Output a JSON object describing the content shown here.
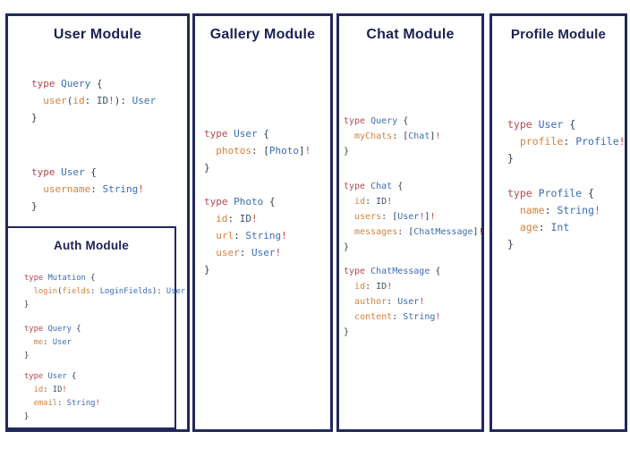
{
  "colors": {
    "panel_border": "#23285c",
    "title_text": "#1c2153",
    "keyword": "#b5494e",
    "type_name": "#3a6db6",
    "field_name": "#d5823e",
    "punctuation": "#333c52",
    "id_scalar": "#42506b",
    "bang": "#c5443e",
    "background": "#ffffff"
  },
  "panels": [
    {
      "title": "User Module",
      "code_blocks": [
        [
          [
            [
              "k",
              "type "
            ],
            [
              "t",
              "Query"
            ],
            [
              "p",
              " {"
            ]
          ],
          [
            [
              "p",
              "  "
            ],
            [
              "f",
              "user"
            ],
            [
              "p",
              "("
            ],
            [
              "f",
              "id"
            ],
            [
              "p",
              ": "
            ],
            [
              "n",
              "ID"
            ],
            [
              "b",
              "!"
            ],
            [
              "p",
              "): "
            ],
            [
              "t",
              "User"
            ]
          ],
          [
            [
              "p",
              "}"
            ]
          ]
        ],
        [
          [
            [
              "k",
              "type "
            ],
            [
              "t",
              "User"
            ],
            [
              "p",
              " {"
            ]
          ],
          [
            [
              "p",
              "  "
            ],
            [
              "f",
              "username"
            ],
            [
              "p",
              ": "
            ],
            [
              "t",
              "String"
            ],
            [
              "b",
              "!"
            ]
          ],
          [
            [
              "p",
              "}"
            ]
          ]
        ]
      ],
      "nested": {
        "title": "Auth Module",
        "code_blocks": [
          [
            [
              [
                "k",
                "type "
              ],
              [
                "t",
                "Mutation"
              ],
              [
                "p",
                " {"
              ]
            ],
            [
              [
                "p",
                "  "
              ],
              [
                "f",
                "login"
              ],
              [
                "p",
                "("
              ],
              [
                "f",
                "fields"
              ],
              [
                "p",
                ": "
              ],
              [
                "t",
                "LoginFields"
              ],
              [
                "p",
                "): "
              ],
              [
                "t",
                "User"
              ]
            ],
            [
              [
                "p",
                "}"
              ]
            ]
          ],
          [
            [
              [
                "k",
                "type "
              ],
              [
                "t",
                "Query"
              ],
              [
                "p",
                " {"
              ]
            ],
            [
              [
                "p",
                "  "
              ],
              [
                "f",
                "me"
              ],
              [
                "p",
                ": "
              ],
              [
                "t",
                "User"
              ]
            ],
            [
              [
                "p",
                "}"
              ]
            ]
          ],
          [
            [
              [
                "k",
                "type "
              ],
              [
                "t",
                "User"
              ],
              [
                "p",
                " {"
              ]
            ],
            [
              [
                "p",
                "  "
              ],
              [
                "f",
                "id"
              ],
              [
                "p",
                ": "
              ],
              [
                "n",
                "ID"
              ],
              [
                "b",
                "!"
              ]
            ],
            [
              [
                "p",
                "  "
              ],
              [
                "f",
                "email"
              ],
              [
                "p",
                ": "
              ],
              [
                "t",
                "String"
              ],
              [
                "b",
                "!"
              ]
            ],
            [
              [
                "p",
                "}"
              ]
            ]
          ]
        ]
      }
    },
    {
      "title": "Gallery Module",
      "code_blocks": [
        [
          [
            [
              "k",
              "type "
            ],
            [
              "t",
              "User"
            ],
            [
              "p",
              " {"
            ]
          ],
          [
            [
              "p",
              "  "
            ],
            [
              "f",
              "photos"
            ],
            [
              "p",
              ": ["
            ],
            [
              "t",
              "Photo"
            ],
            [
              "p",
              "]"
            ],
            [
              "b",
              "!"
            ]
          ],
          [
            [
              "p",
              "}"
            ]
          ]
        ],
        [
          [
            [
              "k",
              "type "
            ],
            [
              "t",
              "Photo"
            ],
            [
              "p",
              " {"
            ]
          ],
          [
            [
              "p",
              "  "
            ],
            [
              "f",
              "id"
            ],
            [
              "p",
              ": "
            ],
            [
              "n",
              "ID"
            ],
            [
              "b",
              "!"
            ]
          ],
          [
            [
              "p",
              "  "
            ],
            [
              "f",
              "url"
            ],
            [
              "p",
              ": "
            ],
            [
              "t",
              "String"
            ],
            [
              "b",
              "!"
            ]
          ],
          [
            [
              "p",
              "  "
            ],
            [
              "f",
              "user"
            ],
            [
              "p",
              ": "
            ],
            [
              "t",
              "User"
            ],
            [
              "b",
              "!"
            ]
          ],
          [
            [
              "p",
              "}"
            ]
          ]
        ]
      ]
    },
    {
      "title": "Chat Module",
      "code_blocks": [
        [
          [
            [
              "k",
              "type "
            ],
            [
              "t",
              "Query"
            ],
            [
              "p",
              " {"
            ]
          ],
          [
            [
              "p",
              "  "
            ],
            [
              "f",
              "myChats"
            ],
            [
              "p",
              ": ["
            ],
            [
              "t",
              "Chat"
            ],
            [
              "p",
              "]"
            ],
            [
              "b",
              "!"
            ]
          ],
          [
            [
              "p",
              "}"
            ]
          ]
        ],
        [
          [
            [
              "k",
              "type "
            ],
            [
              "t",
              "Chat"
            ],
            [
              "p",
              " {"
            ]
          ],
          [
            [
              "p",
              "  "
            ],
            [
              "f",
              "id"
            ],
            [
              "p",
              ": "
            ],
            [
              "n",
              "ID"
            ],
            [
              "b",
              "!"
            ]
          ],
          [
            [
              "p",
              "  "
            ],
            [
              "f",
              "users"
            ],
            [
              "p",
              ": ["
            ],
            [
              "t",
              "User"
            ],
            [
              "b",
              "!"
            ],
            [
              "p",
              "]"
            ],
            [
              "b",
              "!"
            ]
          ],
          [
            [
              "p",
              "  "
            ],
            [
              "f",
              "messages"
            ],
            [
              "p",
              ": ["
            ],
            [
              "t",
              "ChatMessage"
            ],
            [
              "p",
              "]"
            ],
            [
              "b",
              "!"
            ]
          ],
          [
            [
              "p",
              "}"
            ]
          ]
        ],
        [
          [
            [
              "k",
              "type "
            ],
            [
              "t",
              "ChatMessage"
            ],
            [
              "p",
              " {"
            ]
          ],
          [
            [
              "p",
              "  "
            ],
            [
              "f",
              "id"
            ],
            [
              "p",
              ": "
            ],
            [
              "n",
              "ID"
            ],
            [
              "b",
              "!"
            ]
          ],
          [
            [
              "p",
              "  "
            ],
            [
              "f",
              "author"
            ],
            [
              "p",
              ": "
            ],
            [
              "t",
              "User"
            ],
            [
              "b",
              "!"
            ]
          ],
          [
            [
              "p",
              "  "
            ],
            [
              "f",
              "content"
            ],
            [
              "p",
              ": "
            ],
            [
              "t",
              "String"
            ],
            [
              "b",
              "!"
            ]
          ],
          [
            [
              "p",
              "}"
            ]
          ]
        ]
      ]
    },
    {
      "title": "Profile Module",
      "code_blocks": [
        [
          [
            [
              "k",
              "type "
            ],
            [
              "t",
              "User"
            ],
            [
              "p",
              " {"
            ]
          ],
          [
            [
              "p",
              "  "
            ],
            [
              "f",
              "profile"
            ],
            [
              "p",
              ": "
            ],
            [
              "t",
              "Profile"
            ],
            [
              "b",
              "!"
            ]
          ],
          [
            [
              "p",
              "}"
            ]
          ]
        ],
        [
          [
            [
              "k",
              "type "
            ],
            [
              "t",
              "Profile"
            ],
            [
              "p",
              " {"
            ]
          ],
          [
            [
              "p",
              "  "
            ],
            [
              "f",
              "name"
            ],
            [
              "p",
              ": "
            ],
            [
              "t",
              "String"
            ],
            [
              "b",
              "!"
            ]
          ],
          [
            [
              "p",
              "  "
            ],
            [
              "f",
              "age"
            ],
            [
              "p",
              ": "
            ],
            [
              "t",
              "Int"
            ]
          ],
          [
            [
              "p",
              "}"
            ]
          ]
        ]
      ]
    }
  ]
}
